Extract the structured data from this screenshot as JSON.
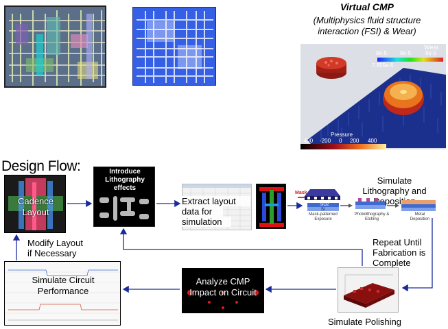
{
  "title": {
    "heading": "Virtual CMP",
    "subheading_line1": "(Multiphysics  fluid structure",
    "subheading_line2": "interaction (FSI)  & Wear)"
  },
  "wear_plot": {
    "legend_title": "Wear",
    "ticks": [
      "8e-5",
      "8e-5",
      "8e-5"
    ],
    "min_value": "7.855e-5"
  },
  "pressure_legend": {
    "title": "Pressure",
    "ticks": [
      "-400",
      "-200",
      "0",
      "200",
      "400"
    ]
  },
  "design_flow": {
    "heading": "Design Flow:",
    "cadence_label_line1": "Cadence",
    "cadence_label_line2": "Layout",
    "litho_label_line1": "Introduce",
    "litho_label_line2": "Lithography",
    "litho_label_line3": "effects",
    "extract_line1": "Extract layout",
    "extract_line2": "data for",
    "extract_line3": "simulation",
    "simulate_litho_line1": "Simulate",
    "simulate_litho_line2": "Lithography and",
    "simulate_litho_line3": "Deposition",
    "repeat_line1": "Repeat Until",
    "repeat_line2": "Fabrication is",
    "repeat_line3": "Complete",
    "modify_line1": "Modify Layout",
    "modify_line2": "if Necessary",
    "simulate_circuit_line1": "Simulate Circuit",
    "simulate_circuit_line2": "Performance",
    "analyze_line1": "Analyze CMP",
    "analyze_line2": "Impact on Circuit",
    "simulate_polishing": "Simulate Polishing"
  },
  "process_diagram": {
    "mask_label": "Mask",
    "sio2_label": "SiO2",
    "si_label": "Si",
    "step1": "Mask-patterned\nExposure",
    "step2": "Photolithography &\nEtching",
    "step3": "Metal\nDeposition"
  },
  "colors": {
    "arrow": "#1a2b9c",
    "mesh_blue": "#1b2f8c",
    "wear_red": "#c0281a"
  }
}
